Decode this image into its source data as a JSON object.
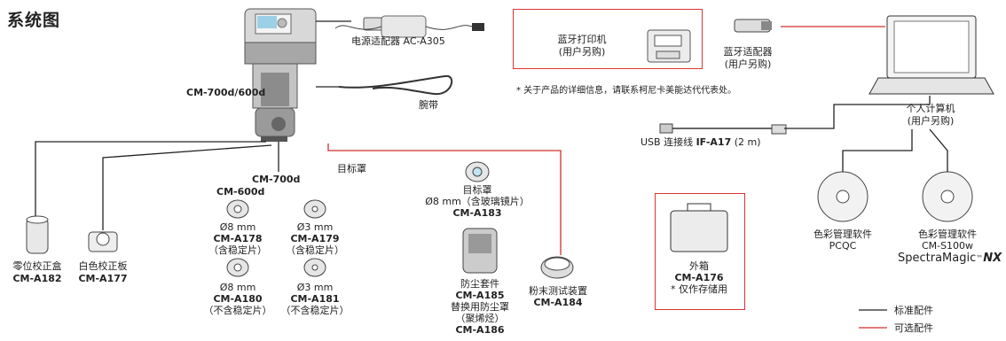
{
  "title": "系统图",
  "device": {
    "label": "CM-700d/600d"
  },
  "adapter": {
    "label": "电源适配器 AC-A305"
  },
  "strap": {
    "label": "腕带"
  },
  "printer": {
    "name": "蓝牙打印机",
    "note": "(用户另购)"
  },
  "bt_adapter": {
    "name": "蓝牙适配器",
    "note": "(用户另购)"
  },
  "notice": "* 关于产品的详细信息，请联系柯尼卡美能达代代表处。",
  "usb": {
    "prefix": "USB 连接线 ",
    "code": "IF-A17",
    "suffix": " (2 m)"
  },
  "computer": {
    "name": "个人计算机",
    "note": "(用户另购)"
  },
  "zero_box": {
    "name": "零位校正盒",
    "code": "CM-A182"
  },
  "white_plate": {
    "name": "白色校正板",
    "code": "CM-A177"
  },
  "mask_label": "目标罩",
  "model_700d": "CM-700d",
  "model_600d": "CM-600d",
  "masks": [
    {
      "size": "Ø8 mm",
      "code": "CM-A178",
      "note": "（含稳定片）"
    },
    {
      "size": "Ø3 mm",
      "code": "CM-A179",
      "note": "（含稳定片）"
    },
    {
      "size": "Ø8 mm",
      "code": "CM-A180",
      "note": "（不含稳定片）"
    },
    {
      "size": "Ø3 mm",
      "code": "CM-A181",
      "note": "（不含稳定片）"
    }
  ],
  "glass_mask": {
    "name": "目标罩",
    "size": "Ø8 mm（含玻璃镜片）",
    "code": "CM-A183"
  },
  "dust_cover": {
    "name": "防尘套件",
    "code": "CM-A185",
    "line2": "替换用防尘罩",
    "line3": "（聚烯烃）",
    "code2": "CM-A186"
  },
  "powder": {
    "name": "粉末测试装置",
    "code": "CM-A184"
  },
  "case": {
    "name": "外箱",
    "code": "CM-A176",
    "note": "* 仅作存储用"
  },
  "software1": {
    "name": "色彩管理软件",
    "product": "PCQC"
  },
  "software2": {
    "name": "色彩管理软件",
    "product": "CM-S100w",
    "brand": "SpectraMagic",
    "tm": "™",
    "brand_suffix": "NX"
  },
  "legend": {
    "standard": "标准配件",
    "optional": "可选配件"
  },
  "colors": {
    "standard_line": "#222222",
    "optional_line": "#d32f2f"
  }
}
